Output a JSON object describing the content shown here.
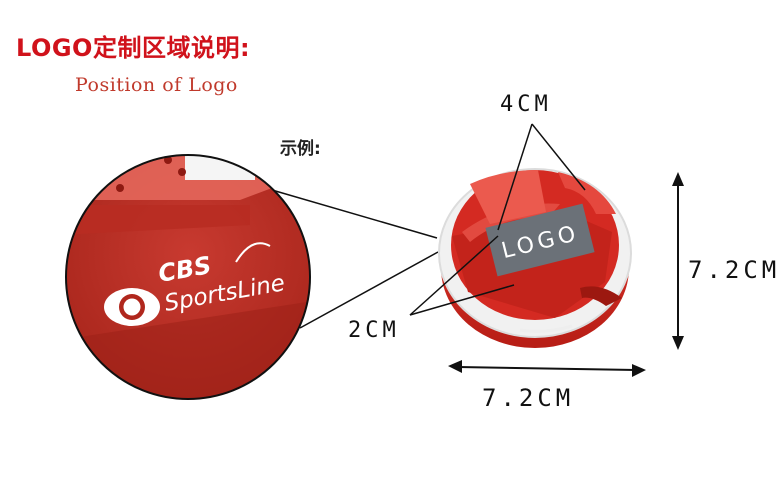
{
  "header": {
    "title": "LOGO定制区域说明:",
    "subtitle": "Position of Logo"
  },
  "example_label": "示例:",
  "zoom": {
    "brand_top": "CBS",
    "brand_bottom": "SportsLine"
  },
  "product": {
    "logo_label": "LOGO"
  },
  "dimensions": {
    "logo_width": "4CM",
    "logo_height": "2CM",
    "product_height": "7.2CM",
    "product_width": "7.2CM"
  },
  "colors": {
    "red": "#d42a22",
    "white_rim": "#f1f1f1",
    "logo_plate": "#6b7178",
    "title_red": "#d0121b"
  }
}
